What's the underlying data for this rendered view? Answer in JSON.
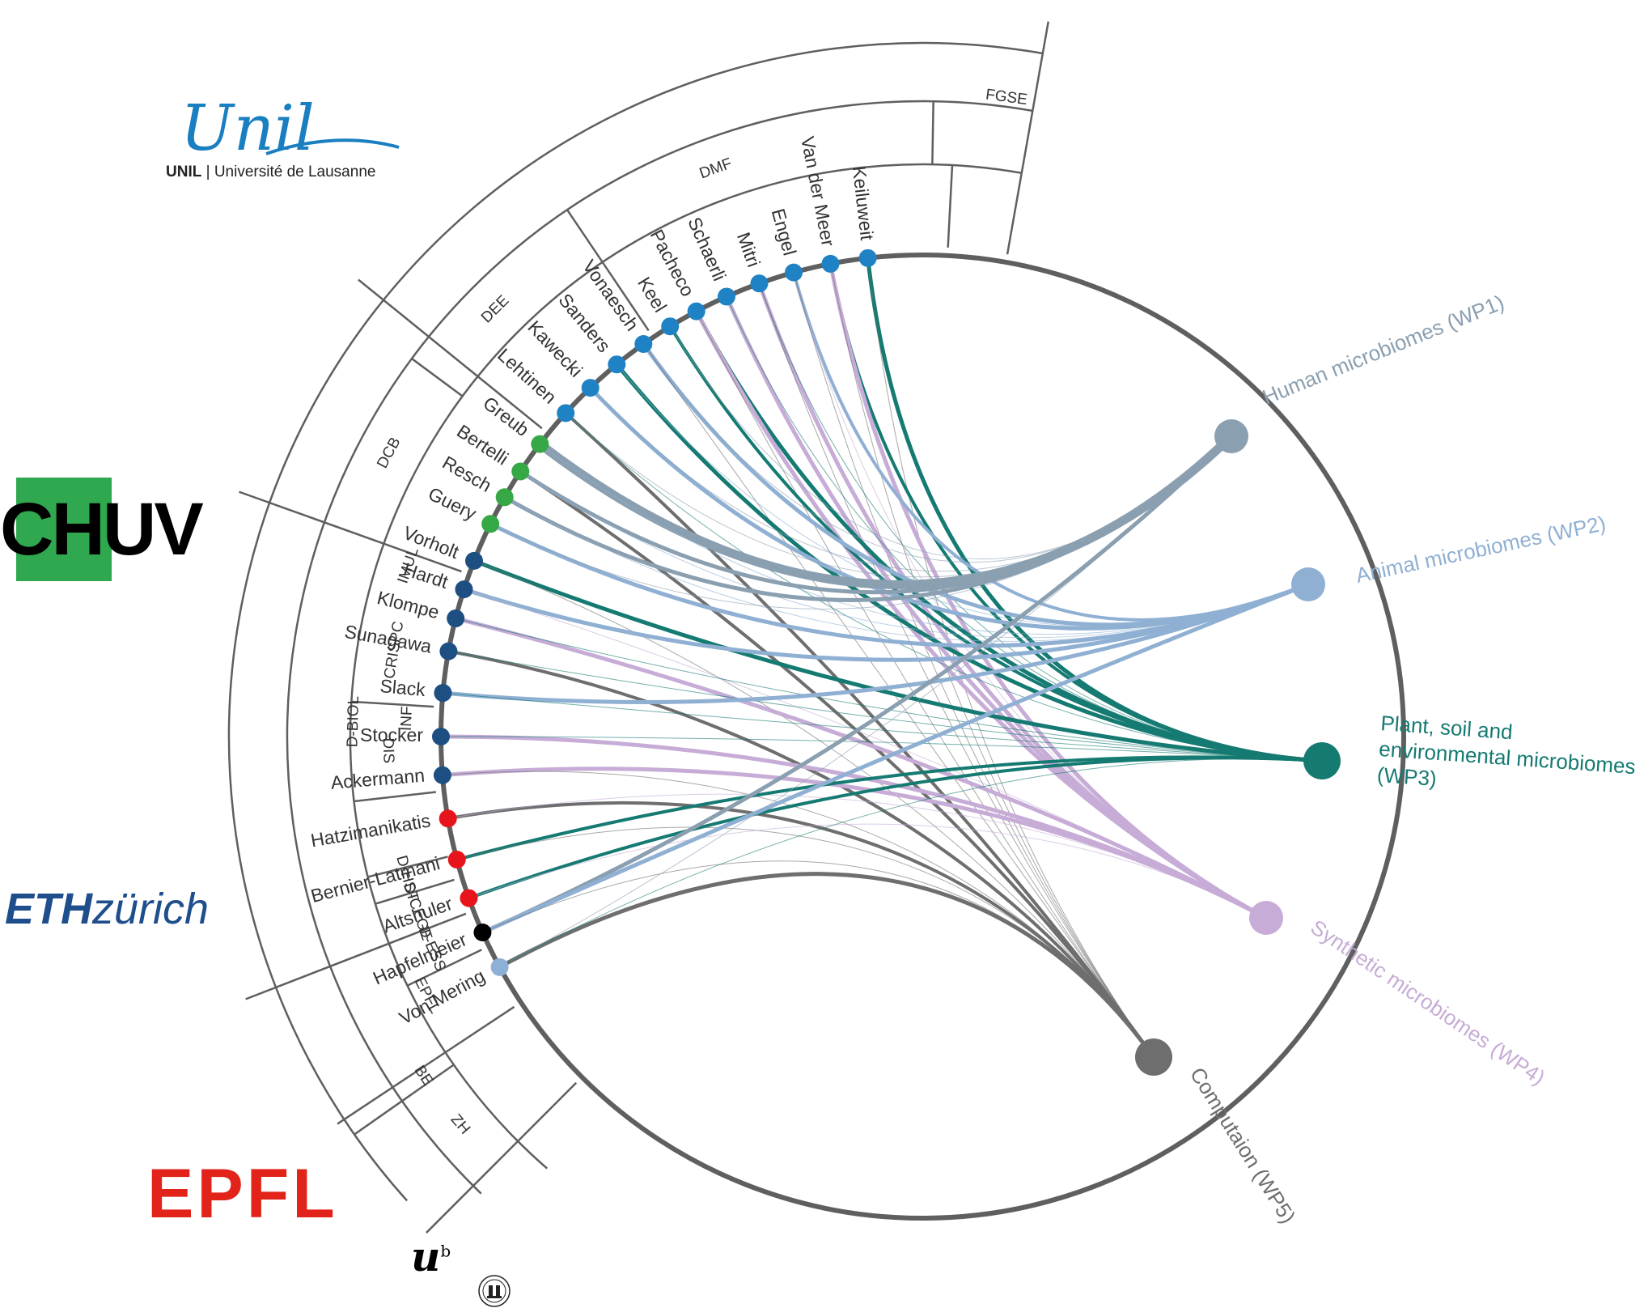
{
  "pis": [
    {
      "name": "Keiluweit",
      "color": "#1f82c4",
      "institution": "UNIL"
    },
    {
      "name": "Van der Meer",
      "color": "#1f82c4",
      "institution": "UNIL"
    },
    {
      "name": "Engel",
      "color": "#1f82c4",
      "institution": "UNIL"
    },
    {
      "name": "Mitri",
      "color": "#1f82c4",
      "institution": "UNIL"
    },
    {
      "name": "Schaerli",
      "color": "#1f82c4",
      "institution": "UNIL"
    },
    {
      "name": "Pacheco",
      "color": "#1f82c4",
      "institution": "UNIL"
    },
    {
      "name": "Keel",
      "color": "#1f82c4",
      "institution": "UNIL"
    },
    {
      "name": "Vonaesch",
      "color": "#1f82c4",
      "institution": "UNIL"
    },
    {
      "name": "Sanders",
      "color": "#1f82c4",
      "institution": "UNIL"
    },
    {
      "name": "Kawecki",
      "color": "#1f82c4",
      "institution": "UNIL"
    },
    {
      "name": "Lehtinen",
      "color": "#1f82c4",
      "institution": "UNIL"
    },
    {
      "name": "Greub",
      "color": "#36a845",
      "institution": "CHUV"
    },
    {
      "name": "Bertelli",
      "color": "#36a845",
      "institution": "CHUV"
    },
    {
      "name": "Resch",
      "color": "#36a845",
      "institution": "CHUV"
    },
    {
      "name": "Guery",
      "color": "#36a845",
      "institution": "CHUV"
    },
    {
      "name": "Vorholt",
      "color": "#1d4f82",
      "institution": "ETH"
    },
    {
      "name": "Hardt",
      "color": "#1d4f82",
      "institution": "ETH"
    },
    {
      "name": "Klompe",
      "color": "#1d4f82",
      "institution": "ETH"
    },
    {
      "name": "Sunagawa",
      "color": "#1d4f82",
      "institution": "ETH"
    },
    {
      "name": "Slack",
      "color": "#1d4f82",
      "institution": "ETH"
    },
    {
      "name": "Stocker",
      "color": "#1d4f82",
      "institution": "ETH"
    },
    {
      "name": "Ackermann",
      "color": "#1d4f82",
      "institution": "ETH"
    },
    {
      "name": "Hatzimanikatis",
      "color": "#e8141c",
      "institution": "EPFL"
    },
    {
      "name": "Bernier-Latmani",
      "color": "#e8141c",
      "institution": "EPFL"
    },
    {
      "name": "Altshuler",
      "color": "#e8141c",
      "institution": "EPFL"
    },
    {
      "name": "Hapfelmeier",
      "color": "#000000",
      "institution": "BE"
    },
    {
      "name": "Von Mering",
      "color": "#8fb0d6",
      "institution": "ZH"
    }
  ],
  "departments_inner": [
    "FGSE",
    "DMF",
    "DEE",
    "DCB",
    "IMUL",
    "CRISPC",
    "DIS",
    "D-BIOL",
    "D-HST",
    "D-CEGE",
    "D-ESS",
    "EPFL",
    "BE",
    "ZH"
  ],
  "departments_outer": [
    "INF"
  ],
  "work_packages": [
    {
      "id": "WP1",
      "label_lines": [
        "Human microbiomes (WP1)"
      ],
      "color": "#8a9fb0"
    },
    {
      "id": "WP2",
      "label_lines": [
        "Animal microbiomes (WP2)"
      ],
      "color": "#8fb0d3"
    },
    {
      "id": "WP3",
      "label_lines": [
        "Plant, soil and",
        "environmental microbiomes",
        "(WP3)"
      ],
      "color": "#157a72"
    },
    {
      "id": "WP4",
      "label_lines": [
        "Synthetic microbiomes (WP4)"
      ],
      "color": "#c6acd6"
    },
    {
      "id": "WP5",
      "label_lines": [
        "Computaion (WP5)"
      ],
      "color": "#6e6e6e"
    }
  ],
  "links": [
    {
      "pi": 0,
      "wp": 2,
      "w": 5
    },
    {
      "pi": 0,
      "wp": 4,
      "w": 1
    },
    {
      "pi": 1,
      "wp": 2,
      "w": 4
    },
    {
      "pi": 1,
      "wp": 3,
      "w": 5
    },
    {
      "pi": 1,
      "wp": 4,
      "w": 1
    },
    {
      "pi": 2,
      "wp": 1,
      "w": 4
    },
    {
      "pi": 2,
      "wp": 3,
      "w": 1
    },
    {
      "pi": 2,
      "wp": 4,
      "w": 1
    },
    {
      "pi": 3,
      "wp": 3,
      "w": 5
    },
    {
      "pi": 3,
      "wp": 2,
      "w": 1
    },
    {
      "pi": 3,
      "wp": 4,
      "w": 1
    },
    {
      "pi": 4,
      "wp": 3,
      "w": 5
    },
    {
      "pi": 4,
      "wp": 2,
      "w": 1
    },
    {
      "pi": 5,
      "wp": 2,
      "w": 5
    },
    {
      "pi": 5,
      "wp": 3,
      "w": 5
    },
    {
      "pi": 5,
      "wp": 4,
      "w": 1
    },
    {
      "pi": 6,
      "wp": 2,
      "w": 4
    },
    {
      "pi": 6,
      "wp": 0,
      "w": 1
    },
    {
      "pi": 7,
      "wp": 1,
      "w": 5
    },
    {
      "pi": 7,
      "wp": 0,
      "w": 1
    },
    {
      "pi": 7,
      "wp": 4,
      "w": 1
    },
    {
      "pi": 8,
      "wp": 2,
      "w": 5
    },
    {
      "pi": 8,
      "wp": 1,
      "w": 1
    },
    {
      "pi": 9,
      "wp": 1,
      "w": 5
    },
    {
      "pi": 9,
      "wp": 0,
      "w": 1
    },
    {
      "pi": 10,
      "wp": 4,
      "w": 4
    },
    {
      "pi": 10,
      "wp": 0,
      "w": 1
    },
    {
      "pi": 10,
      "wp": 2,
      "w": 1
    },
    {
      "pi": 11,
      "wp": 0,
      "w": 9
    },
    {
      "pi": 11,
      "wp": 1,
      "w": 1
    },
    {
      "pi": 12,
      "wp": 4,
      "w": 4
    },
    {
      "pi": 12,
      "wp": 0,
      "w": 5
    },
    {
      "pi": 12,
      "wp": 1,
      "w": 1
    },
    {
      "pi": 13,
      "wp": 0,
      "w": 5
    },
    {
      "pi": 13,
      "wp": 1,
      "w": 1
    },
    {
      "pi": 14,
      "wp": 1,
      "w": 5
    },
    {
      "pi": 14,
      "wp": 0,
      "w": 1
    },
    {
      "pi": 15,
      "wp": 2,
      "w": 5
    },
    {
      "pi": 15,
      "wp": 4,
      "w": 1
    },
    {
      "pi": 16,
      "wp": 1,
      "w": 5
    },
    {
      "pi": 16,
      "wp": 3,
      "w": 1
    },
    {
      "pi": 17,
      "wp": 3,
      "w": 5
    },
    {
      "pi": 17,
      "wp": 2,
      "w": 1
    },
    {
      "pi": 18,
      "wp": 4,
      "w": 4
    },
    {
      "pi": 18,
      "wp": 2,
      "w": 1
    },
    {
      "pi": 19,
      "wp": 1,
      "w": 5
    },
    {
      "pi": 19,
      "wp": 2,
      "w": 1
    },
    {
      "pi": 20,
      "wp": 3,
      "w": 5
    },
    {
      "pi": 20,
      "wp": 2,
      "w": 1
    },
    {
      "pi": 21,
      "wp": 3,
      "w": 5
    },
    {
      "pi": 21,
      "wp": 4,
      "w": 1
    },
    {
      "pi": 22,
      "wp": 4,
      "w": 4
    },
    {
      "pi": 22,
      "wp": 3,
      "w": 1
    },
    {
      "pi": 23,
      "wp": 2,
      "w": 4
    },
    {
      "pi": 23,
      "wp": 4,
      "w": 1
    },
    {
      "pi": 24,
      "wp": 2,
      "w": 4
    },
    {
      "pi": 24,
      "wp": 3,
      "w": 1
    },
    {
      "pi": 25,
      "wp": 0,
      "w": 5
    },
    {
      "pi": 25,
      "wp": 1,
      "w": 5
    },
    {
      "pi": 25,
      "wp": 4,
      "w": 1
    },
    {
      "pi": 26,
      "wp": 4,
      "w": 5
    },
    {
      "pi": 26,
      "wp": 0,
      "w": 1
    },
    {
      "pi": 26,
      "wp": 2,
      "w": 1
    }
  ],
  "logos": {
    "unil_script": "Unil",
    "unil_bold": "UNIL",
    "unil_rest": " | Université de Lausanne",
    "chuv": "CHUV",
    "eth_bold": "ETH",
    "eth_rest": "zürich",
    "epfl": "EPFL",
    "unibe": "u",
    "unibe_sup": "b"
  }
}
